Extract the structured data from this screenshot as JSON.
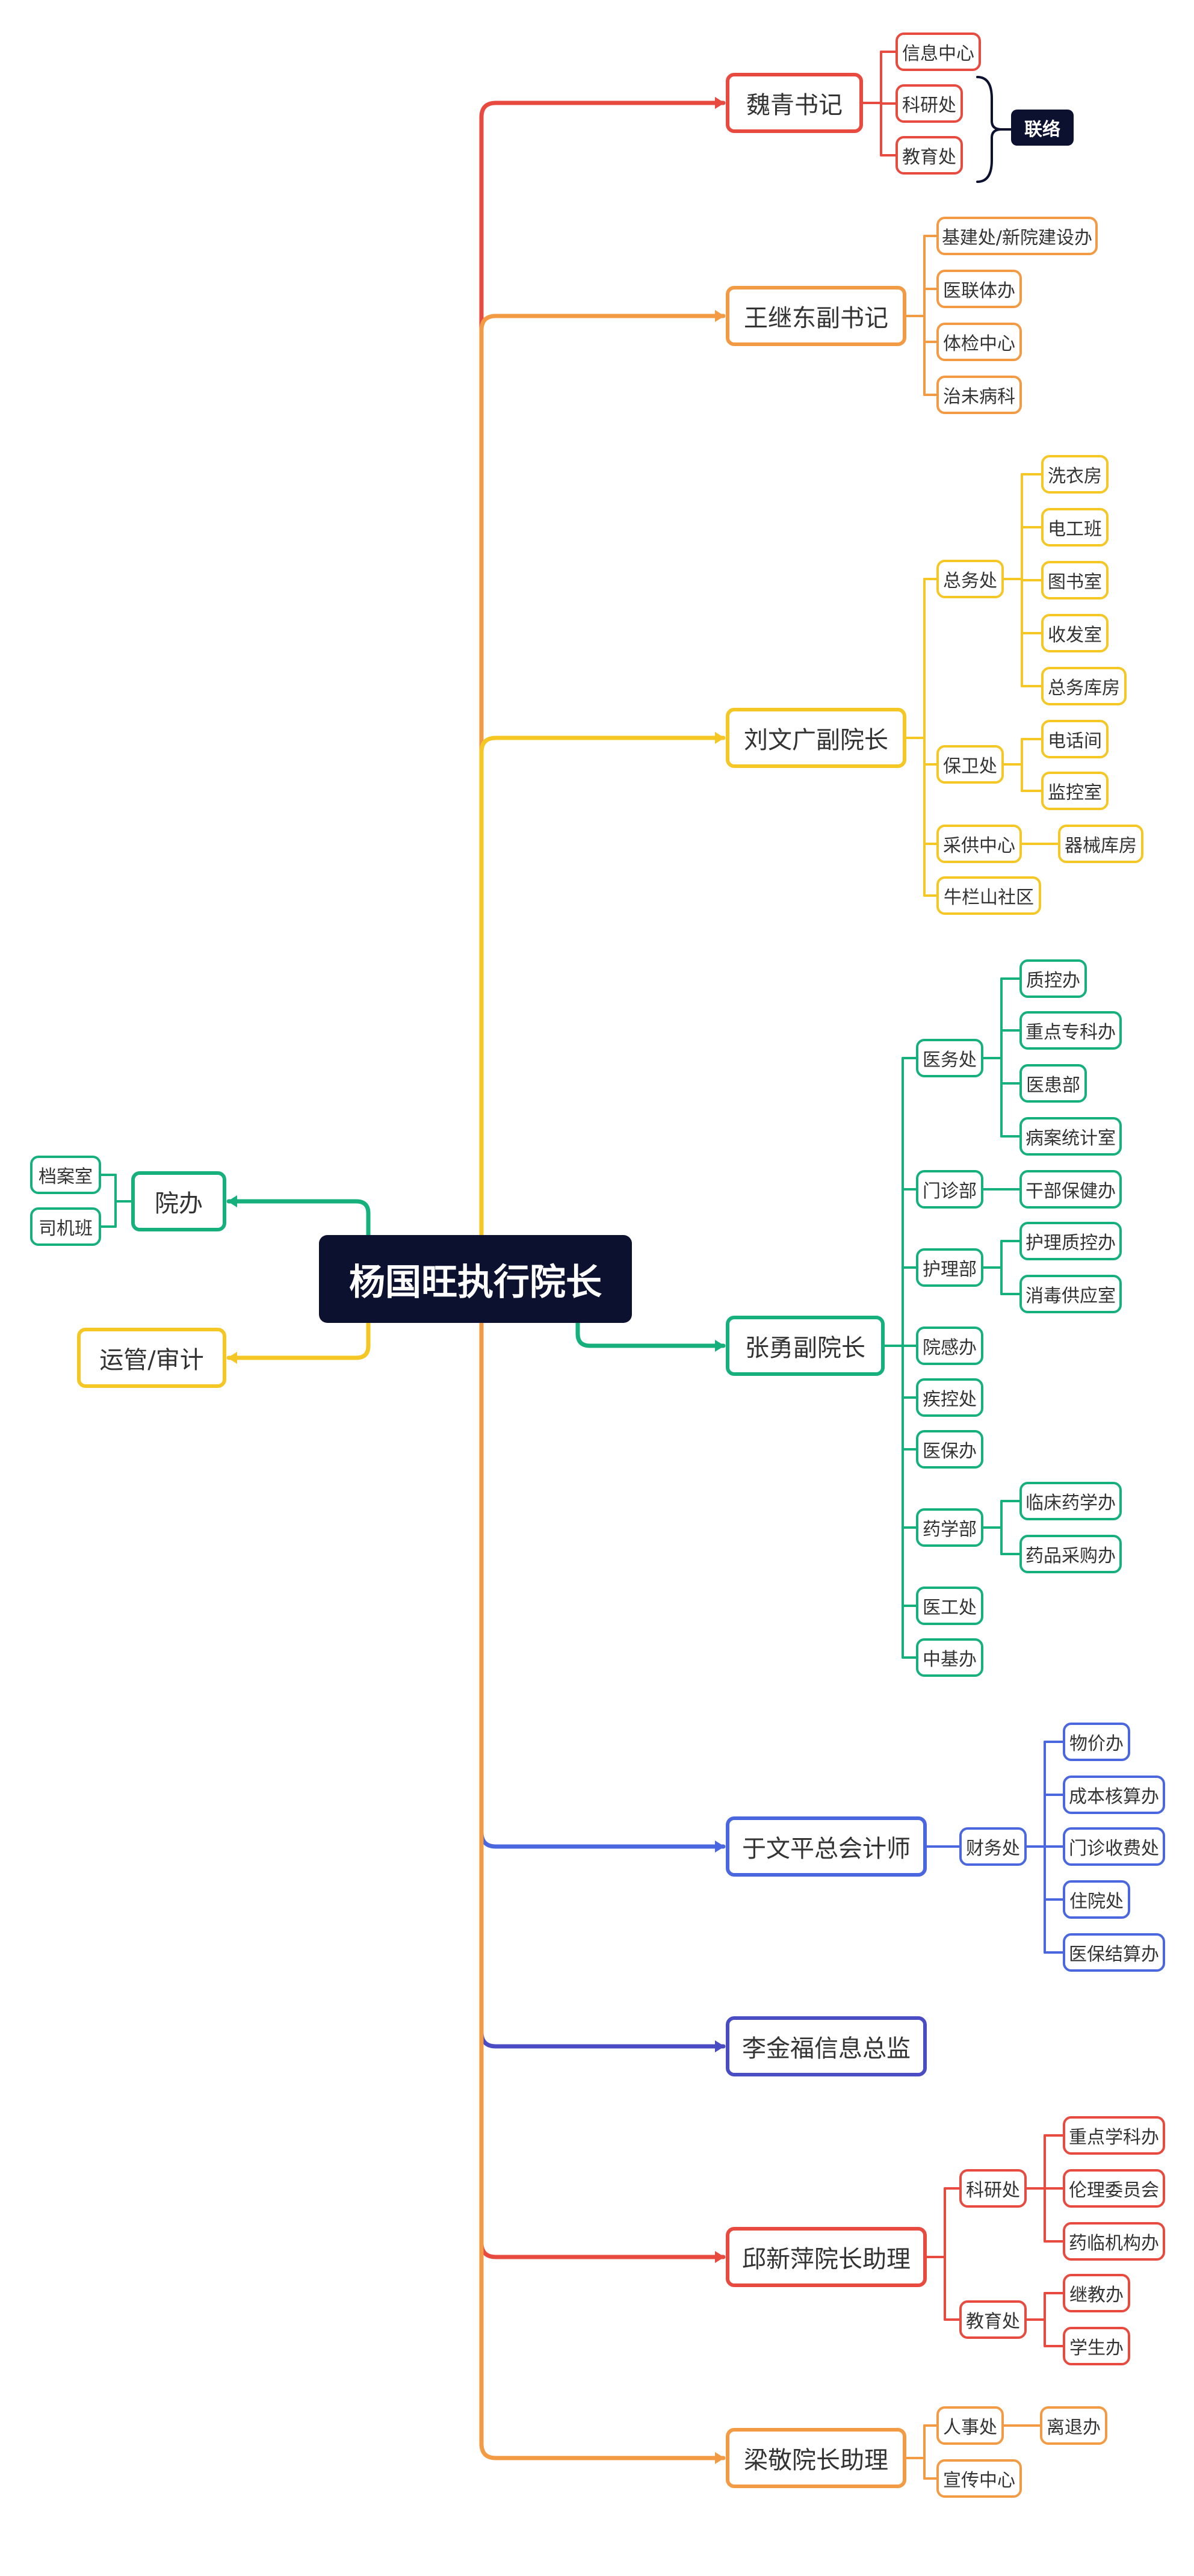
{
  "colors": {
    "red": "#e84a3f",
    "orange": "#f39a44",
    "yellow": "#f5c724",
    "green": "#16b07d",
    "blue": "#4a67e0",
    "indigo": "#4a4cc4",
    "dark": "#0d1130"
  },
  "root": {
    "label": "杨国旺执行院长"
  },
  "left": {
    "yuanban": {
      "label": "院办",
      "children": [
        "档案室",
        "司机班"
      ]
    },
    "yunguan": {
      "label": "运管/审计"
    }
  },
  "branches": [
    {
      "key": "weiqing",
      "label": "魏青书记",
      "color": "red",
      "children": [
        {
          "label": "信息中心"
        },
        {
          "label": "科研处"
        },
        {
          "label": "教育处"
        }
      ],
      "bracket_label": "联络"
    },
    {
      "key": "wang",
      "label": "王继东副书记",
      "color": "orange",
      "children": [
        {
          "label": "基建处/新院建设办"
        },
        {
          "label": "医联体办"
        },
        {
          "label": "体检中心"
        },
        {
          "label": "治未病科"
        }
      ]
    },
    {
      "key": "liu",
      "label": "刘文广副院长",
      "color": "yellow",
      "children": [
        {
          "label": "总务处",
          "children": [
            "洗衣房",
            "电工班",
            "图书室",
            "收发室",
            "总务库房"
          ]
        },
        {
          "label": "保卫处",
          "children": [
            "电话间",
            "监控室"
          ]
        },
        {
          "label": "采供中心",
          "children": [
            "器械库房"
          ]
        },
        {
          "label": "牛栏山社区"
        }
      ]
    },
    {
      "key": "zhang",
      "label": "张勇副院长",
      "color": "green",
      "children": [
        {
          "label": "医务处",
          "children": [
            "质控办",
            "重点专科办",
            "医患部",
            "病案统计室"
          ]
        },
        {
          "label": "门诊部",
          "children": [
            "干部保健办"
          ]
        },
        {
          "label": "护理部",
          "children": [
            "护理质控办",
            "消毒供应室"
          ]
        },
        {
          "label": "院感办"
        },
        {
          "label": "疾控处"
        },
        {
          "label": "医保办"
        },
        {
          "label": "药学部",
          "children": [
            "临床药学办",
            "药品采购办"
          ]
        },
        {
          "label": "医工处"
        },
        {
          "label": "中基办"
        }
      ]
    },
    {
      "key": "yu",
      "label": "于文平总会计师",
      "color": "blue",
      "children": [
        {
          "label": "财务处",
          "children": [
            "物价办",
            "成本核算办",
            "门诊收费处",
            "住院处",
            "医保结算办"
          ]
        }
      ]
    },
    {
      "key": "li",
      "label": "李金福信息总监",
      "color": "indigo",
      "children": []
    },
    {
      "key": "qiu",
      "label": "邱新萍院长助理",
      "color": "red",
      "children": [
        {
          "label": "科研处",
          "children": [
            "重点学科办",
            "伦理委员会",
            "药临机构办"
          ]
        },
        {
          "label": "教育处",
          "children": [
            "继教办",
            "学生办"
          ]
        }
      ]
    },
    {
      "key": "liang",
      "label": "梁敬院长助理",
      "color": "orange",
      "children": [
        {
          "label": "人事处",
          "children": [
            "离退办"
          ]
        },
        {
          "label": "宣传中心"
        }
      ]
    }
  ]
}
